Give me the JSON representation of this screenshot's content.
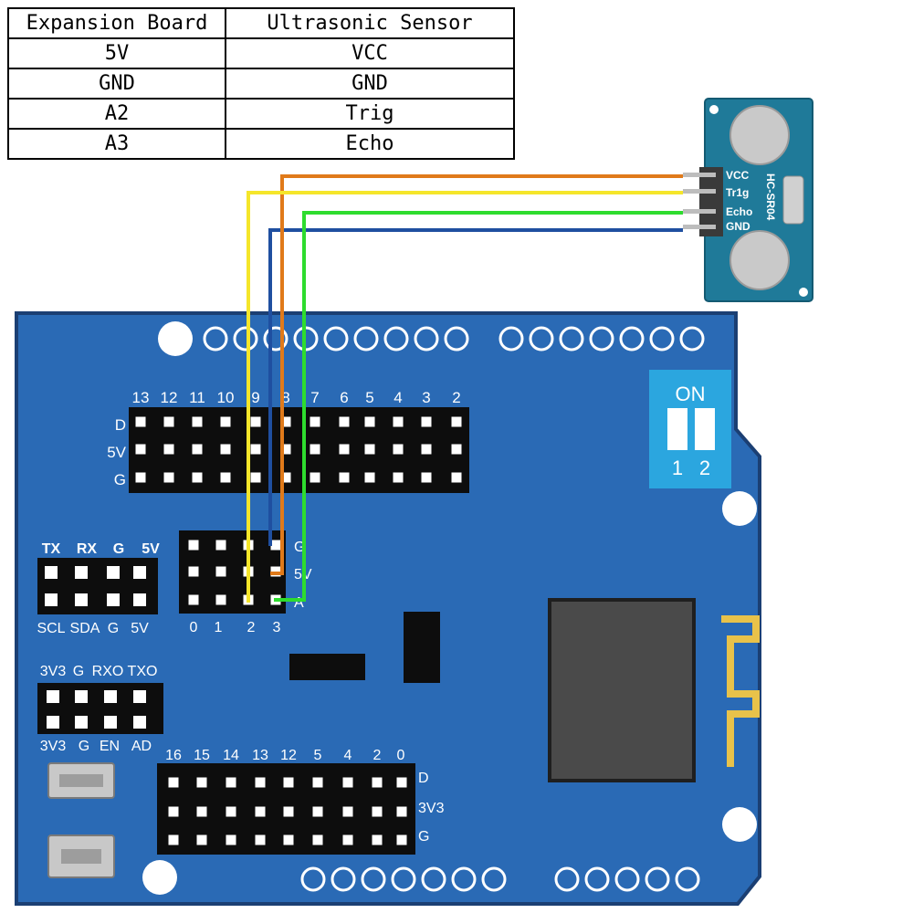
{
  "table": {
    "headers": [
      "Expansion Board",
      "Ultrasonic Sensor"
    ],
    "rows": [
      [
        "5V",
        "VCC"
      ],
      [
        "GND",
        "GND"
      ],
      [
        "A2",
        "Trig"
      ],
      [
        "A3",
        "Echo"
      ]
    ]
  },
  "sensor": {
    "model": "HC-SR04",
    "pins": [
      "VCC",
      "Tr1g",
      "Echo",
      "GND"
    ]
  },
  "board": {
    "digital_header": {
      "numbers": [
        "13",
        "12",
        "11",
        "10",
        "9",
        "8",
        "7",
        "6",
        "5",
        "4",
        "3",
        "2"
      ],
      "row_labels": [
        "D",
        "5V",
        "G"
      ]
    },
    "serial_header": {
      "top_labels": [
        "TX",
        "RX",
        "G",
        "5V"
      ],
      "bottom_labels": [
        "SCL",
        "SDA",
        "G",
        "5V"
      ]
    },
    "analog_header": {
      "numbers": [
        "0",
        "1",
        "2",
        "3"
      ],
      "row_labels": [
        "G",
        "5V",
        "A"
      ]
    },
    "esp_header": {
      "top_labels": [
        "3V3",
        "G",
        "RXO",
        "TXO"
      ],
      "bottom_labels": [
        "3V3",
        "G",
        "EN",
        "AD"
      ]
    },
    "esp32_header": {
      "numbers": [
        "16",
        "15",
        "14",
        "13",
        "12",
        "5",
        "4",
        "2",
        "0"
      ],
      "row_labels": [
        "D",
        "3V3",
        "G"
      ]
    },
    "switch": {
      "label": "ON",
      "numbers": [
        "1",
        "2"
      ]
    }
  },
  "colors": {
    "board": "#2a6ab5",
    "board_edge": "#1b3f73",
    "sensor": "#1f7a99",
    "wire_vcc": "#e07a1a",
    "wire_trig": "#f5e62a",
    "wire_echo": "#2edc2e",
    "wire_gnd": "#1f4fa0"
  }
}
